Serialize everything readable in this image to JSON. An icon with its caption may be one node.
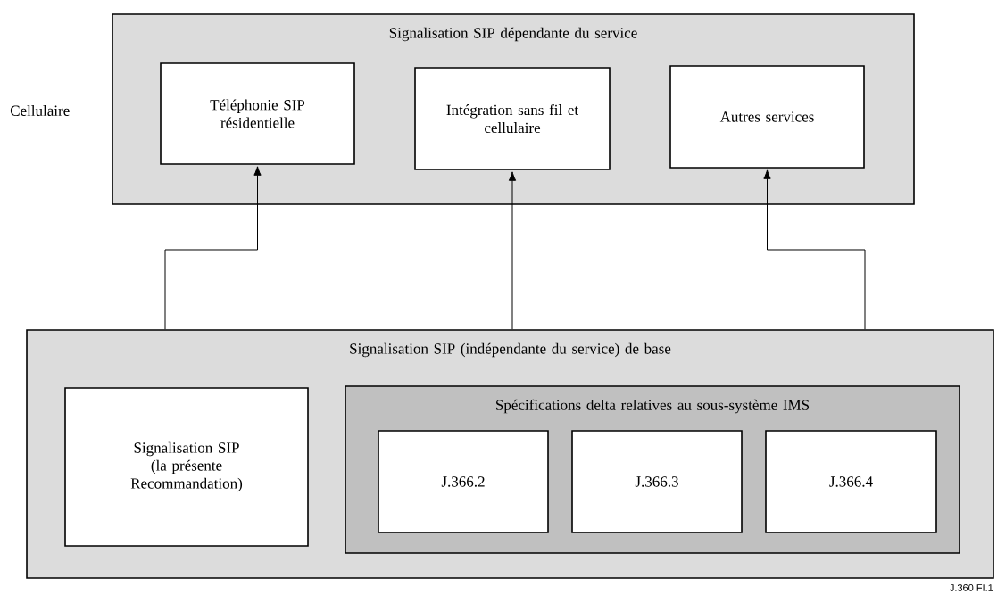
{
  "diagram": {
    "nodes": [
      {
        "text": [
          "Signalisation SIP dépendante du service"
        ]
      },
      {
        "text": [
          "Téléphonie SIP résidentielle"
        ],
        "in": 0
      },
      {
        "text": [
          "Intégration sans fil et cellulaire"
        ],
        "in": 0
      },
      {
        "text": [
          "Autres services"
        ],
        "in": 0
      },
      {
        "text": [
          "Signalisation SIP (indépendante du service) de base"
        ]
      },
      {
        "text": [
          "Signalisation SIP (la présente Recommandation)"
        ],
        "in": 4
      },
      {
        "text": [
          "Spécifications delta relatives au sous-système IMS"
        ],
        "in": 4
      },
      {
        "text": [
          "J.366.2"
        ],
        "in": 6
      },
      {
        "text": [
          "J.366.3"
        ],
        "in": 6
      },
      {
        "text": [
          "J.366.4"
        ],
        "in": 6
      }
    ],
    "edges": [
      {
        "from": 4,
        "to": 1,
        "arrow": "to"
      },
      {
        "from": 4,
        "to": 2,
        "arrow": "to"
      },
      {
        "from": 4,
        "to": 3,
        "arrow": "to"
      }
    ],
    "labels": [
      "Cellulaire",
      "J.360 FI.1"
    ]
  }
}
